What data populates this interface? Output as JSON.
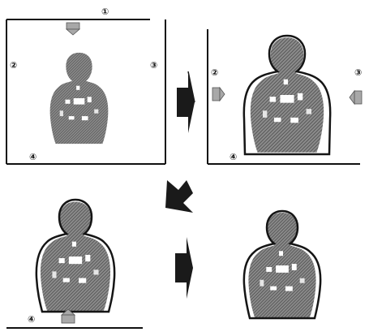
{
  "labels": {
    "n1": "①",
    "n2": "②",
    "n3": "③",
    "n4": "④"
  },
  "colors": {
    "line": "#111111",
    "figure_fill": "#8a8a8a",
    "figure_outline": "#151515",
    "arrow_dark": "#1a1a1a",
    "pad": "#a8a8a8",
    "background": "#ffffff"
  },
  "icons": [
    "press-pad-icon",
    "process-arrow-icon"
  ]
}
